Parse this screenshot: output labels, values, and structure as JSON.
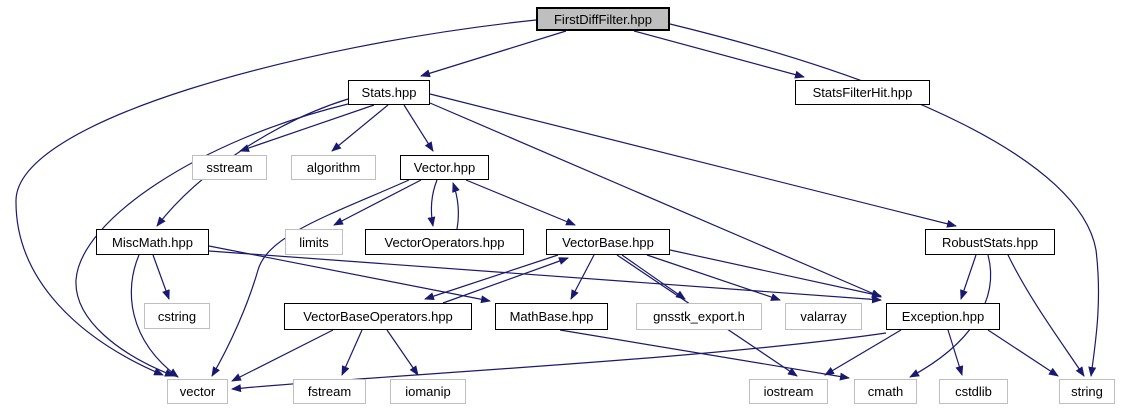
{
  "page": {
    "background": "#ffffff",
    "title": "FirstDiffFilter.hpp include dependency graph"
  },
  "graph": {
    "edge_color": "#191970",
    "root_fill": "#bfbfbf",
    "project_border": "#000000",
    "system_border": "#bfbfbf",
    "nodes": [
      {
        "id": "firstdifffilter",
        "label": "FirstDiffFilter.hpp",
        "type": "root"
      },
      {
        "id": "stats",
        "label": "Stats.hpp",
        "type": "project"
      },
      {
        "id": "statsfilterhit",
        "label": "StatsFilterHit.hpp",
        "type": "project"
      },
      {
        "id": "sstream",
        "label": "sstream",
        "type": "system"
      },
      {
        "id": "algorithm",
        "label": "algorithm",
        "type": "system"
      },
      {
        "id": "vectorhpp",
        "label": "Vector.hpp",
        "type": "project"
      },
      {
        "id": "miscmath",
        "label": "MiscMath.hpp",
        "type": "project"
      },
      {
        "id": "limits",
        "label": "limits",
        "type": "system"
      },
      {
        "id": "vectoroperators",
        "label": "VectorOperators.hpp",
        "type": "project"
      },
      {
        "id": "vectorbase",
        "label": "VectorBase.hpp",
        "type": "project"
      },
      {
        "id": "robuststats",
        "label": "RobustStats.hpp",
        "type": "project"
      },
      {
        "id": "cstring",
        "label": "cstring",
        "type": "system"
      },
      {
        "id": "vectorbaseops",
        "label": "VectorBaseOperators.hpp",
        "type": "project"
      },
      {
        "id": "mathbase",
        "label": "MathBase.hpp",
        "type": "project"
      },
      {
        "id": "gnsstkexport",
        "label": "gnsstk_export.h",
        "type": "system"
      },
      {
        "id": "valarray",
        "label": "valarray",
        "type": "system"
      },
      {
        "id": "exception",
        "label": "Exception.hpp",
        "type": "project"
      },
      {
        "id": "vector",
        "label": "vector",
        "type": "system"
      },
      {
        "id": "fstream",
        "label": "fstream",
        "type": "system"
      },
      {
        "id": "iomanip",
        "label": "iomanip",
        "type": "system"
      },
      {
        "id": "iostream",
        "label": "iostream",
        "type": "system"
      },
      {
        "id": "cmath",
        "label": "cmath",
        "type": "system"
      },
      {
        "id": "cstdlib",
        "label": "cstdlib",
        "type": "system"
      },
      {
        "id": "string",
        "label": "string",
        "type": "system"
      }
    ],
    "edges": [
      {
        "from": "firstdifffilter",
        "to": "stats"
      },
      {
        "from": "firstdifffilter",
        "to": "statsfilterhit"
      },
      {
        "from": "firstdifffilter",
        "to": "vector"
      },
      {
        "from": "firstdifffilter",
        "to": "string"
      },
      {
        "from": "stats",
        "to": "sstream"
      },
      {
        "from": "stats",
        "to": "algorithm"
      },
      {
        "from": "stats",
        "to": "vectorhpp"
      },
      {
        "from": "stats",
        "to": "miscmath"
      },
      {
        "from": "stats",
        "to": "vector"
      },
      {
        "from": "stats",
        "to": "robuststats"
      },
      {
        "from": "stats",
        "to": "exception"
      },
      {
        "from": "vectorhpp",
        "to": "limits"
      },
      {
        "from": "vectorhpp",
        "to": "vectoroperators"
      },
      {
        "from": "vectoroperators",
        "to": "vectorhpp"
      },
      {
        "from": "vectorhpp",
        "to": "vectorbase"
      },
      {
        "from": "vectorhpp",
        "to": "vector"
      },
      {
        "from": "miscmath",
        "to": "cstring"
      },
      {
        "from": "miscmath",
        "to": "vector"
      },
      {
        "from": "miscmath",
        "to": "mathbase"
      },
      {
        "from": "miscmath",
        "to": "exception"
      },
      {
        "from": "vectorbase",
        "to": "vectorbaseops"
      },
      {
        "from": "vectorbaseops",
        "to": "vectorbase"
      },
      {
        "from": "vectorbase",
        "to": "mathbase"
      },
      {
        "from": "vectorbase",
        "to": "gnsstkexport"
      },
      {
        "from": "vectorbase",
        "to": "valarray"
      },
      {
        "from": "vectorbase",
        "to": "exception"
      },
      {
        "from": "vectorbase",
        "to": "iostream"
      },
      {
        "from": "vectorbaseops",
        "to": "fstream"
      },
      {
        "from": "vectorbaseops",
        "to": "iomanip"
      },
      {
        "from": "vectorbaseops",
        "to": "vector"
      },
      {
        "from": "mathbase",
        "to": "cmath"
      },
      {
        "from": "robuststats",
        "to": "exception"
      },
      {
        "from": "robuststats",
        "to": "cmath"
      },
      {
        "from": "robuststats",
        "to": "string"
      },
      {
        "from": "exception",
        "to": "iostream"
      },
      {
        "from": "exception",
        "to": "cstdlib"
      },
      {
        "from": "exception",
        "to": "string"
      },
      {
        "from": "exception",
        "to": "vector"
      }
    ]
  }
}
